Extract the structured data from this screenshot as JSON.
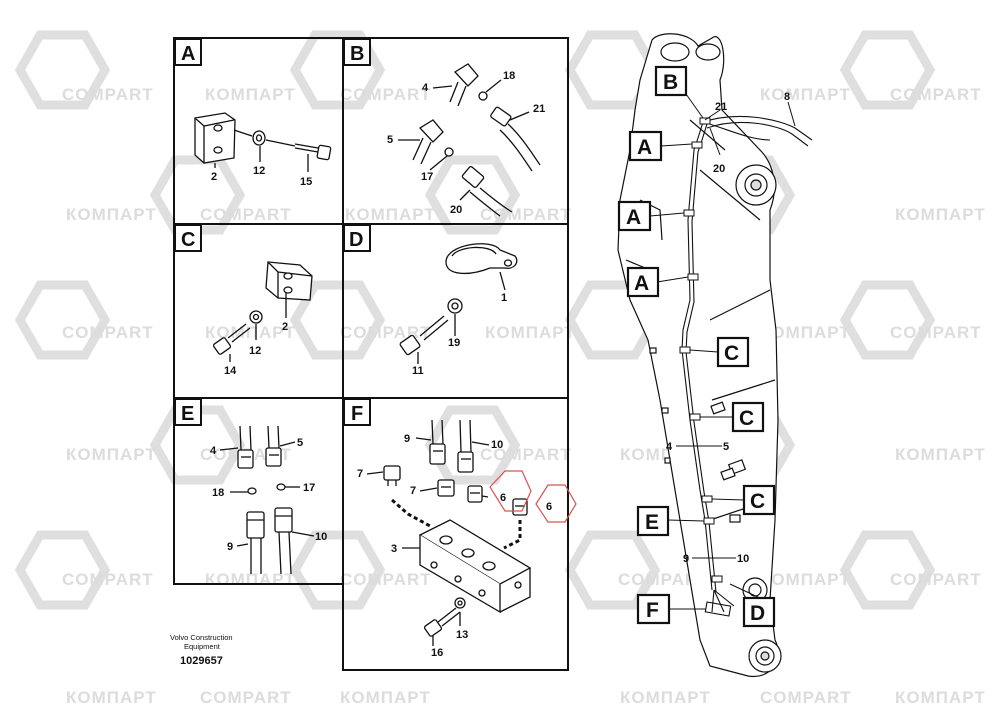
{
  "watermark": {
    "text_latin": "COMPART",
    "text_cyrillic": "КОМПАРТ"
  },
  "panels": {
    "A": {
      "letter": "A",
      "labels": {
        "p2": "2",
        "p12": "12",
        "p15": "15"
      }
    },
    "B": {
      "letter": "B",
      "labels": {
        "p4": "4",
        "p18": "18",
        "p21": "21",
        "p5": "5",
        "p17": "17",
        "p20": "20"
      }
    },
    "C": {
      "letter": "C",
      "labels": {
        "p2": "2",
        "p12": "12",
        "p14": "14"
      }
    },
    "D": {
      "letter": "D",
      "labels": {
        "p1": "1",
        "p19": "19",
        "p11": "11"
      }
    },
    "E": {
      "letter": "E",
      "labels": {
        "p4": "4",
        "p5": "5",
        "p18": "18",
        "p17": "17",
        "p9": "9",
        "p10": "10"
      }
    },
    "F": {
      "letter": "F",
      "labels": {
        "p9": "9",
        "p10": "10",
        "p7a": "7",
        "p7b": "7",
        "p6a": "6",
        "p6b": "6",
        "p3": "3",
        "p13": "13",
        "p16": "16"
      }
    }
  },
  "footer": {
    "company_line1": "Volvo Construction",
    "company_line2": "Equipment",
    "drawing_number": "1029657"
  },
  "boom": {
    "callouts": {
      "B": "B",
      "A1": "A",
      "A2": "A",
      "A3": "A",
      "C1": "C",
      "C2": "C",
      "C3": "C",
      "E": "E",
      "F": "F",
      "D": "D"
    },
    "labels": {
      "p8": "8",
      "p21": "21",
      "p20": "20",
      "p4": "4",
      "p5": "5",
      "p9": "9",
      "p10": "10"
    }
  },
  "colors": {
    "ink": "#111111",
    "watermark": "#d9d9d9",
    "hexagon": "#d9534f"
  }
}
